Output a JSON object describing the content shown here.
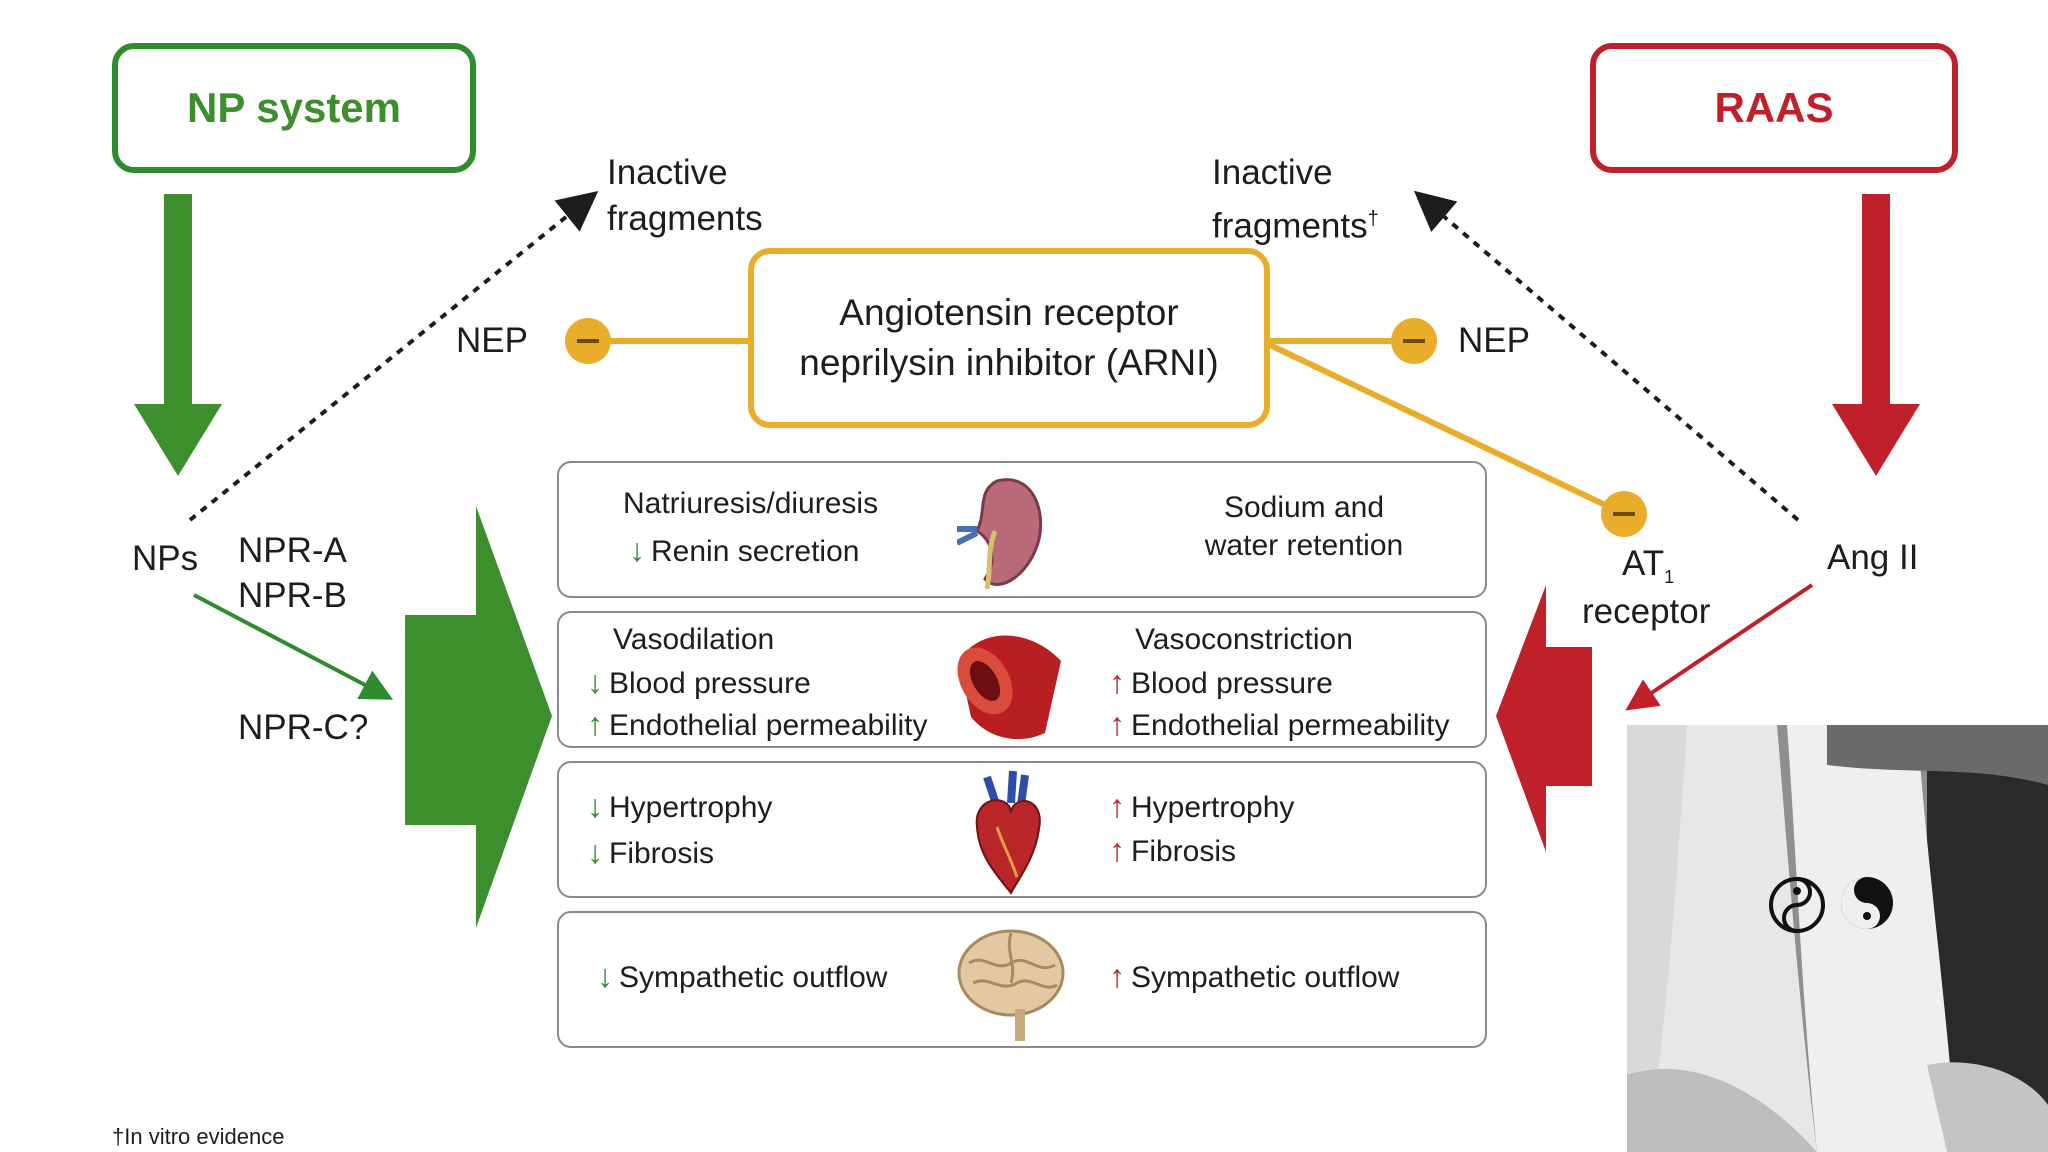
{
  "np_system": {
    "title": "NP system",
    "color": "#2e8b2e"
  },
  "raas": {
    "title": "RAAS",
    "color": "#c0202a"
  },
  "arni": {
    "line1": "Angiotensin receptor",
    "line2": "neprilysin inhibitor (ARNI)",
    "color": "#e8ad2a"
  },
  "left": {
    "inactive_line1": "Inactive",
    "inactive_line2": "fragments",
    "nep": "NEP",
    "nps": "NPs",
    "npr_a": "NPR-A",
    "npr_b": "NPR-B",
    "npr_c": "NPR-C?"
  },
  "right": {
    "inactive_line1": "Inactive",
    "inactive_line2": "fragments",
    "dagger": "†",
    "nep": "NEP",
    "at1": "AT",
    "at1_sub": "1",
    "receptor": "receptor",
    "ang_ii": "Ang II"
  },
  "panels": [
    {
      "left_lines": [
        "Natriuresis/diuresis",
        "Renin secretion"
      ],
      "left_arrows": [
        "",
        "down"
      ],
      "organ": "kidney-icon",
      "right_lines": [
        "Sodium and",
        "water retention"
      ],
      "right_arrows": [
        "",
        ""
      ]
    },
    {
      "left_lines": [
        "Vasodilation",
        "Blood pressure",
        "Endothelial permeability"
      ],
      "left_arrows": [
        "",
        "down",
        "up"
      ],
      "organ": "blood-vessel-icon",
      "right_lines": [
        "Vasoconstriction",
        "Blood pressure",
        "Endothelial permeability"
      ],
      "right_arrows": [
        "",
        "up",
        "up"
      ]
    },
    {
      "left_lines": [
        "Hypertrophy",
        "Fibrosis"
      ],
      "left_arrows": [
        "down",
        "down"
      ],
      "organ": "heart-icon",
      "right_lines": [
        "Hypertrophy",
        "Fibrosis"
      ],
      "right_arrows": [
        "up",
        "up"
      ]
    },
    {
      "left_lines": [
        "Sympathetic outflow"
      ],
      "left_arrows": [
        "down"
      ],
      "organ": "brain-icon",
      "right_lines": [
        "Sympathetic outflow"
      ],
      "right_arrows": [
        "up"
      ]
    }
  ],
  "footnote": "†In vitro evidence",
  "photo": {
    "subject": "yin-yang-tattoo-photo"
  }
}
